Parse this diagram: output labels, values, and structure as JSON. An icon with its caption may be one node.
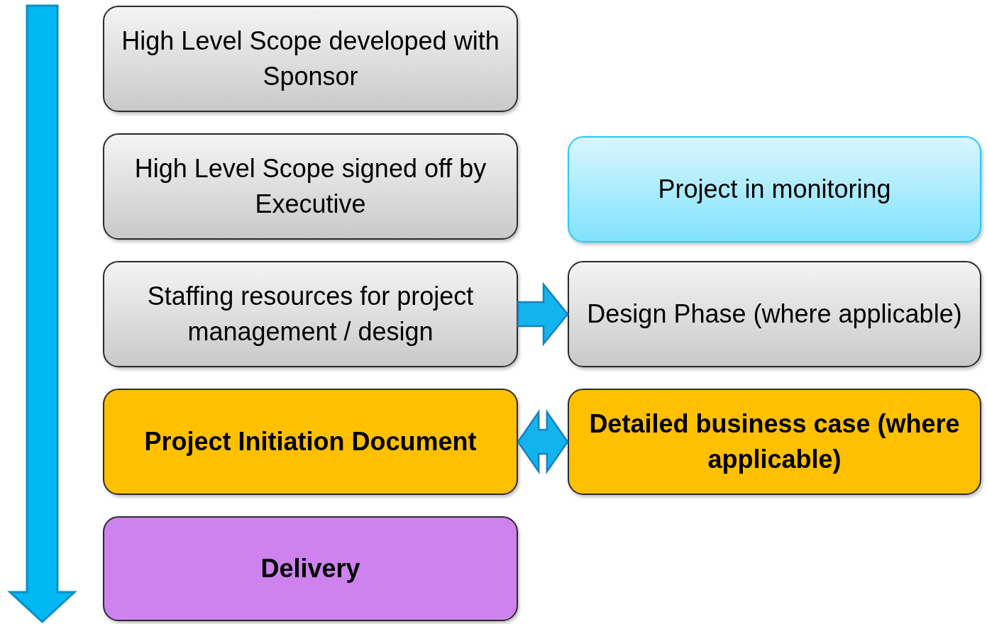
{
  "diagram": {
    "nodes": [
      {
        "text": [
          "High Level Scope developed with Sponsor"
        ]
      },
      {
        "text": [
          "High Level Scope signed off by Executive"
        ]
      },
      {
        "text": [
          "Project in monitoring"
        ]
      },
      {
        "text": [
          "Staffing resources for project management / design"
        ]
      },
      {
        "text": [
          "Design Phase (where applicable)"
        ]
      },
      {
        "text": [
          "Project Initiation Document"
        ]
      },
      {
        "text": [
          "Detailed business case (where applicable)"
        ]
      },
      {
        "text": [
          "Delivery"
        ]
      }
    ],
    "edges": [
      {
        "from": 3,
        "to": 4,
        "arrow": "to"
      },
      {
        "from": 5,
        "to": 6,
        "arrow": "both"
      }
    ]
  }
}
